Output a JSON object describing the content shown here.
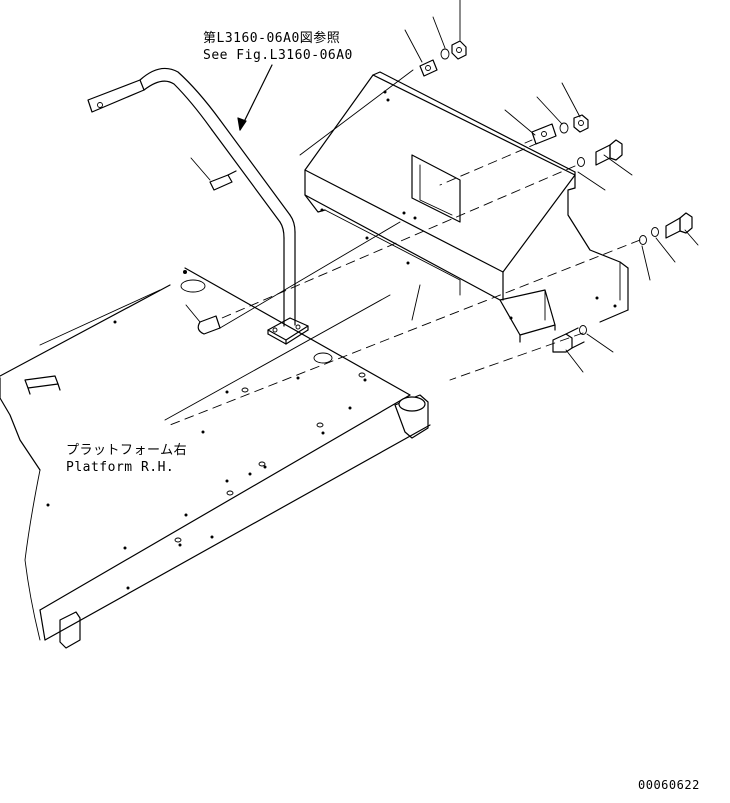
{
  "callouts": {
    "fig_ref_jp": "第L3160-06A0図参照",
    "fig_ref_en": "See Fig.L3160-06A0",
    "platform_jp": "プラットフォーム右",
    "platform_en": "Platform R.H."
  },
  "drawing_code": "00060622"
}
